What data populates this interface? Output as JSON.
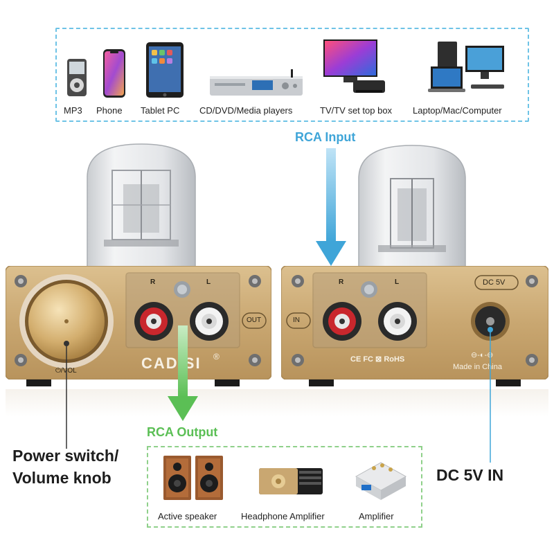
{
  "sources": {
    "items": [
      {
        "label": "MP3",
        "icon": "mp3-player-icon"
      },
      {
        "label": "Phone",
        "icon": "phone-icon"
      },
      {
        "label": "Tablet PC",
        "icon": "tablet-icon"
      },
      {
        "label": "CD/DVD/Media players",
        "icon": "media-player-icon"
      },
      {
        "label": "TV/TV set top box",
        "icon": "tv-icon"
      },
      {
        "label": "Laptop/Mac/Computer",
        "icon": "computer-icon"
      }
    ]
  },
  "rca_input": "RCA Input",
  "rca_output": "RCA Output",
  "front_panel": {
    "brand": "CADISI",
    "registered": "®",
    "vol_label": "⏻/VOL",
    "r_label": "R",
    "l_label": "L",
    "out_label": "OUT"
  },
  "back_panel": {
    "in_label": "IN",
    "r_label": "R",
    "l_label": "L",
    "dc_label": "DC 5V",
    "certs": "CE FC ⊠ RoHS",
    "polarity": "⊖-◐-⊕",
    "made_in": "Made in China"
  },
  "callouts": {
    "power_line1": "Power switch/",
    "power_line2": "Volume knob",
    "dc_in": "DC 5V IN"
  },
  "outputs": {
    "items": [
      {
        "label": "Active speaker",
        "icon": "speaker-icon"
      },
      {
        "label": "Headphone Amplifier",
        "icon": "headphone-amp-icon"
      },
      {
        "label": "Amplifier",
        "icon": "amplifier-icon"
      }
    ]
  },
  "colors": {
    "input_accent": "#3fa5d8",
    "output_accent": "#5bbf55",
    "chassis_gold": "#c9a771"
  }
}
